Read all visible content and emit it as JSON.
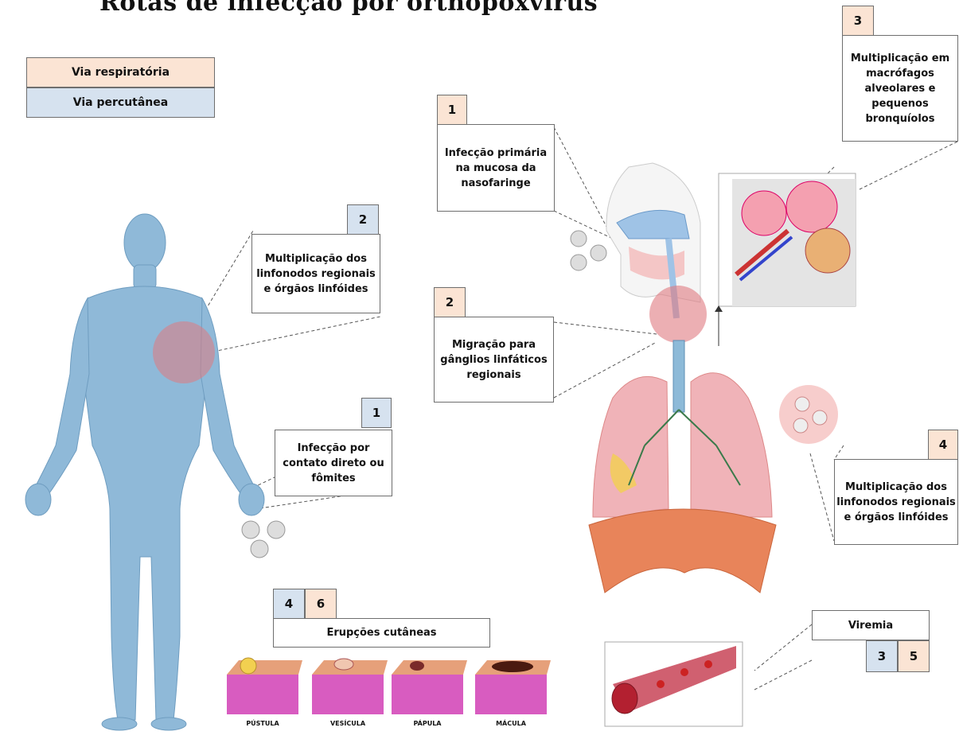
{
  "title": "Rotas de infecção por orthopoxvirus",
  "legend": {
    "respiratory": "Via respiratória",
    "percutaneous": "Via percutânea"
  },
  "colors": {
    "respiratory": "#fbe4d4",
    "percutaneous": "#d6e2ef",
    "highlight": "#e5868a",
    "body": "#8fb9d8"
  },
  "percutaneous_route": {
    "step1": {
      "number": "1",
      "text": "Infecção por contato direto ou fômites"
    },
    "step2": {
      "number": "2",
      "text": "Multiplicação dos linfonodos regionais e órgãos linfóides"
    },
    "eruptions": {
      "number_a": "4",
      "number_b": "6",
      "text": "Erupções cutâneas"
    }
  },
  "respiratory_route": {
    "step1": {
      "number": "1",
      "text": "Infecção primária na mucosa da nasofaringe"
    },
    "step2": {
      "number": "2",
      "text": "Migração para gânglios linfáticos regionais"
    },
    "step3": {
      "number": "3",
      "text": "Multiplicação em macrófagos alveolares e pequenos bronquíolos"
    },
    "step4": {
      "number": "4",
      "text": "Multiplicação dos linfonodos regionais e órgãos linfóides"
    },
    "viremia": {
      "number_a": "3",
      "number_b": "5",
      "text": "Viremia"
    }
  },
  "skin_stages": [
    "PÚSTULA",
    "VESÍCULA",
    "PÁPULA",
    "MÁCULA"
  ]
}
